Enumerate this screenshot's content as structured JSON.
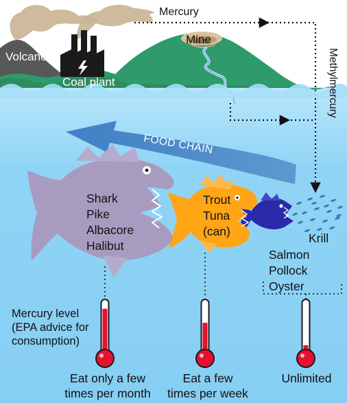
{
  "labels": {
    "volcano": "Volcano",
    "coal_plant": "Coal plant",
    "mine": "Mine",
    "mercury": "Mercury",
    "methylmercury": "Methylmercury",
    "food_chain": "FOOD CHAIN"
  },
  "fish_groups": [
    {
      "id": "large",
      "species": [
        "Shark",
        "Pike",
        "Albacore",
        "Halibut"
      ],
      "color": "#a79cc0"
    },
    {
      "id": "medium",
      "species": [
        "Trout",
        "Tuna",
        "(can)"
      ],
      "color": "#ffa516"
    },
    {
      "id": "small",
      "species": [
        "Salmon",
        "Pollock",
        "Oyster"
      ],
      "color": "#2a2aa8"
    },
    {
      "id": "krill",
      "species": [
        "Krill"
      ],
      "color": "#3a78b8"
    }
  ],
  "mercury_level": {
    "label_lines": [
      "Mercury level",
      "(EPA advice for",
      "consumption)"
    ],
    "thermometers": [
      {
        "level": 0.82,
        "advice": [
          "Eat only a few",
          "times per month"
        ]
      },
      {
        "level": 0.55,
        "advice": [
          "Eat a few",
          "times per week"
        ]
      },
      {
        "level": 0.12,
        "advice": [
          "Unlimited"
        ]
      }
    ]
  },
  "colors": {
    "sky": "#ffffff",
    "water": "#8fd3f4",
    "hills": "#2f9a6c",
    "land_dark": "#2c8257",
    "smoke": "#c8b596",
    "mercury_red": "#e5112f",
    "arrow": "#4682c4"
  }
}
